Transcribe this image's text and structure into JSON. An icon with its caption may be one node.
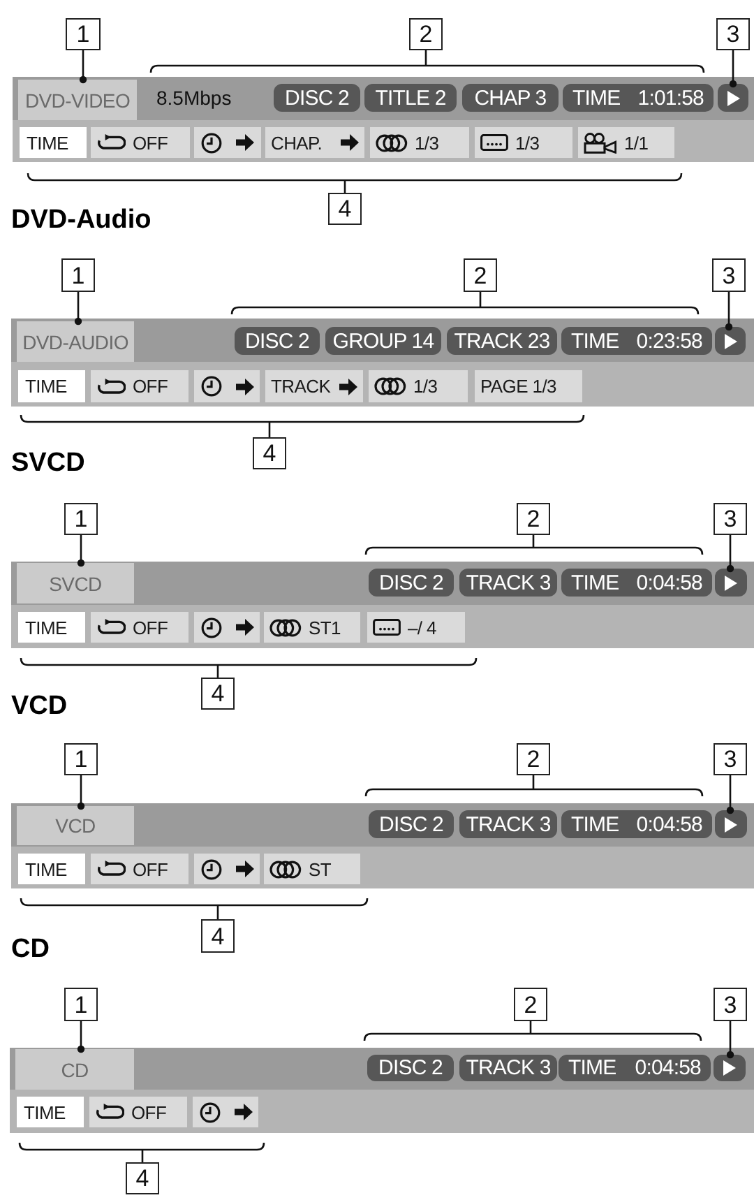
{
  "diagram": {
    "nodes": [
      {
        "text": [
          "1"
        ]
      },
      {
        "text": [
          "2"
        ]
      },
      {
        "text": [
          "3"
        ]
      },
      {
        "text": [],
        "shape": "bar"
      },
      {
        "text": [
          "DVD-VIDEO"
        ],
        "in": 3
      },
      {
        "text": [
          "DISC 2"
        ],
        "in": 3
      },
      {
        "text": [
          "TITLE 2"
        ],
        "in": 3
      },
      {
        "text": [
          "CHAP 3"
        ],
        "in": 3
      },
      {
        "text": [
          "TIME",
          "1:01:58"
        ],
        "in": 3
      },
      {
        "text": [],
        "shape": "box",
        "in": 3
      },
      {
        "text": [
          "TIME"
        ],
        "in": 3
      },
      {
        "text": [
          "OFF"
        ],
        "in": 3
      },
      {
        "text": [],
        "shape": "box",
        "in": 3
      },
      {
        "text": [
          "CHAP."
        ],
        "in": 3
      },
      {
        "text": [
          "1/3"
        ],
        "in": 3
      },
      {
        "text": [
          "1/3"
        ],
        "in": 3
      },
      {
        "text": [
          "1/1"
        ],
        "in": 3
      },
      {
        "text": [
          "4"
        ]
      },
      {
        "text": [
          "1"
        ]
      },
      {
        "text": [
          "2"
        ]
      },
      {
        "text": [
          "3"
        ]
      },
      {
        "text": [],
        "shape": "bar"
      },
      {
        "text": [
          "DVD-AUDIO"
        ],
        "in": 21
      },
      {
        "text": [
          "DISC 2"
        ],
        "in": 21
      },
      {
        "text": [
          "GROUP 14"
        ],
        "in": 21
      },
      {
        "text": [
          "TRACK 23"
        ],
        "in": 21
      },
      {
        "text": [
          "TIME",
          "0:23:58"
        ],
        "in": 21
      },
      {
        "text": [],
        "shape": "box",
        "in": 21
      },
      {
        "text": [
          "TIME"
        ],
        "in": 21
      },
      {
        "text": [
          "OFF"
        ],
        "in": 21
      },
      {
        "text": [],
        "shape": "box",
        "in": 21
      },
      {
        "text": [
          "TRACK"
        ],
        "in": 21
      },
      {
        "text": [
          "1/3"
        ],
        "in": 21
      },
      {
        "text": [
          "PAGE 1/3"
        ],
        "in": 21
      },
      {
        "text": [
          "4"
        ]
      },
      {
        "text": [
          "1"
        ]
      },
      {
        "text": [
          "2"
        ]
      },
      {
        "text": [
          "3"
        ]
      },
      {
        "text": [],
        "shape": "bar"
      },
      {
        "text": [
          "SVCD"
        ],
        "in": 38
      },
      {
        "text": [
          "DISC 2"
        ],
        "in": 38
      },
      {
        "text": [
          "TRACK 3"
        ],
        "in": 38
      },
      {
        "text": [
          "TIME",
          "0:04:58"
        ],
        "in": 38
      },
      {
        "text": [],
        "shape": "box",
        "in": 38
      },
      {
        "text": [
          "TIME"
        ],
        "in": 38
      },
      {
        "text": [
          "OFF"
        ],
        "in": 38
      },
      {
        "text": [],
        "shape": "box",
        "in": 38
      },
      {
        "text": [
          "ST1"
        ],
        "in": 38
      },
      {
        "text": [
          "–/ 4"
        ],
        "in": 38
      },
      {
        "text": [
          "4"
        ]
      },
      {
        "text": [
          "1"
        ]
      },
      {
        "text": [
          "2"
        ]
      },
      {
        "text": [
          "3"
        ]
      },
      {
        "text": [],
        "shape": "bar"
      },
      {
        "text": [
          "VCD"
        ],
        "in": 53
      },
      {
        "text": [
          "DISC 2"
        ],
        "in": 53
      },
      {
        "text": [
          "TRACK 3"
        ],
        "in": 53
      },
      {
        "text": [
          "TIME",
          "0:04:58"
        ],
        "in": 53
      },
      {
        "text": [],
        "shape": "box",
        "in": 53
      },
      {
        "text": [
          "TIME"
        ],
        "in": 53
      },
      {
        "text": [
          "OFF"
        ],
        "in": 53
      },
      {
        "text": [],
        "shape": "box",
        "in": 53
      },
      {
        "text": [
          "ST"
        ],
        "in": 53
      },
      {
        "text": [
          "4"
        ]
      },
      {
        "text": [
          "1"
        ]
      },
      {
        "text": [
          "2"
        ]
      },
      {
        "text": [
          "3"
        ]
      },
      {
        "text": [],
        "shape": "bar"
      },
      {
        "text": [
          "CD"
        ],
        "in": 67
      },
      {
        "text": [
          "DISC 2"
        ],
        "in": 67
      },
      {
        "text": [
          "TRACK 3"
        ],
        "in": 67
      },
      {
        "text": [
          "TIME",
          "0:04:58"
        ],
        "in": 67
      },
      {
        "text": [],
        "shape": "box",
        "in": 67
      },
      {
        "text": [
          "TIME"
        ],
        "in": 67
      },
      {
        "text": [
          "OFF"
        ],
        "in": 67
      },
      {
        "text": [],
        "shape": "box",
        "in": 67
      },
      {
        "text": [
          "4"
        ]
      }
    ],
    "edges": [
      {
        "from": 0,
        "to": 4,
        "arrow": "other"
      },
      {
        "from": 2,
        "to": 9,
        "arrow": "other"
      },
      {
        "from": 18,
        "to": 22,
        "arrow": "other"
      },
      {
        "from": 20,
        "to": 27,
        "arrow": "other"
      },
      {
        "from": 35,
        "to": 39,
        "arrow": "other"
      },
      {
        "from": 37,
        "to": 43,
        "arrow": "other"
      },
      {
        "from": 50,
        "to": 54,
        "arrow": "other"
      },
      {
        "from": 52,
        "to": 58,
        "arrow": "other"
      },
      {
        "from": 64,
        "to": 68,
        "arrow": "other"
      },
      {
        "from": 66,
        "to": 72,
        "arrow": "other"
      }
    ],
    "labels": [
      "8.5Mbps",
      "DVD-Audio",
      "SVCD",
      "VCD",
      "CD"
    ]
  }
}
